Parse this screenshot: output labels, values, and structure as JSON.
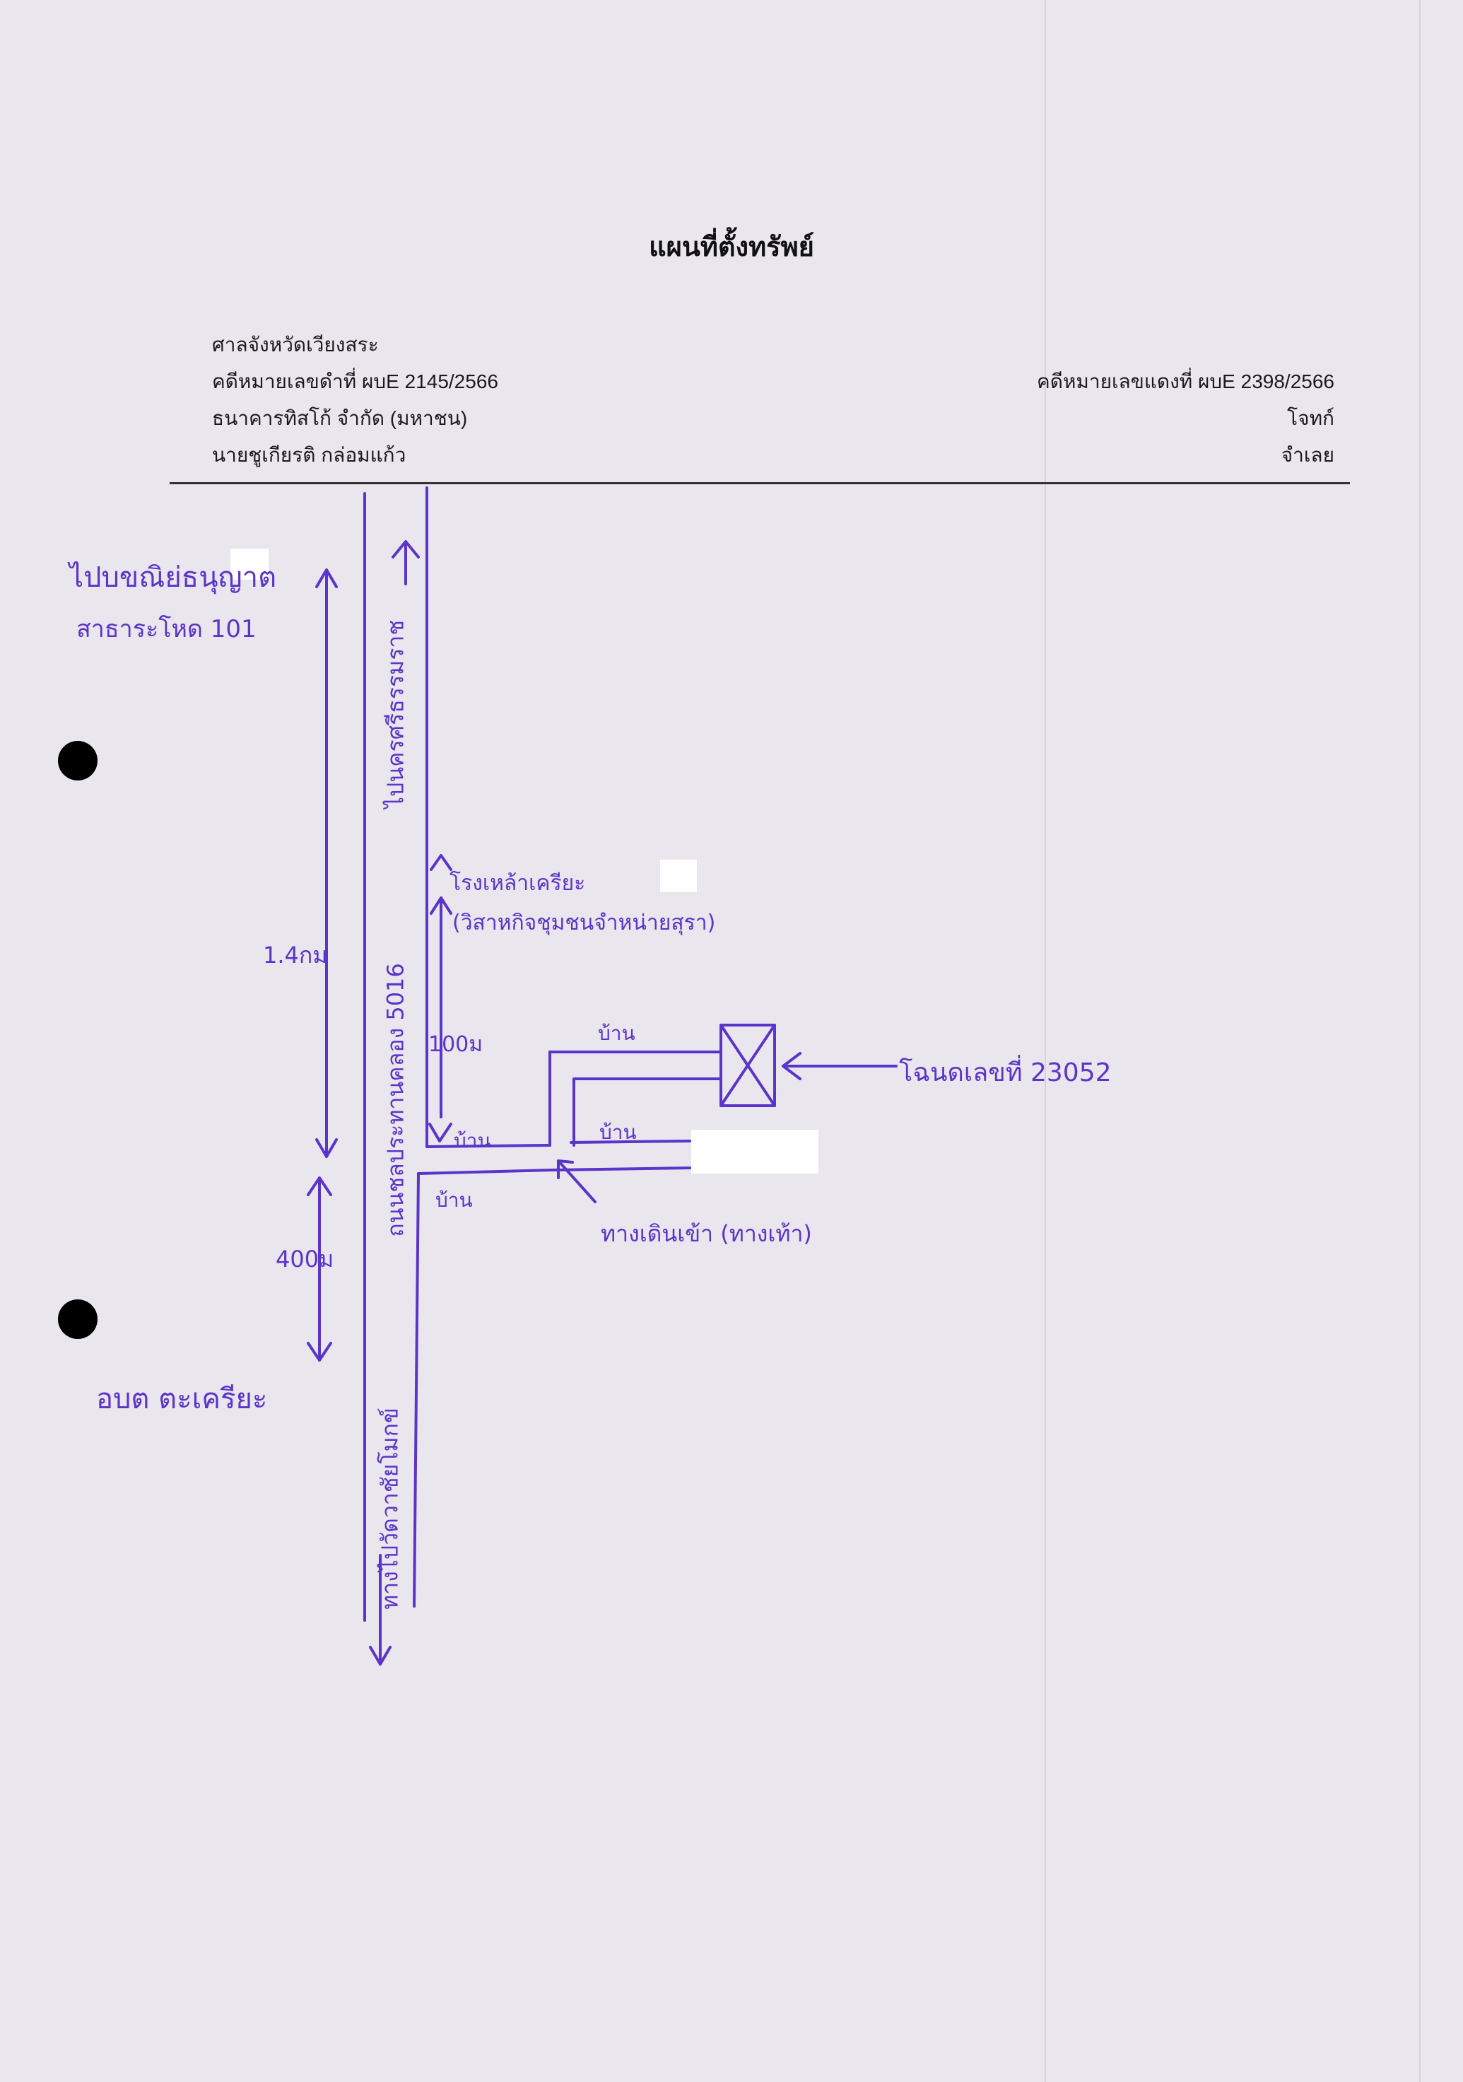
{
  "title": "แผนที่ตั้งทรัพย์",
  "header": {
    "court": "ศาลจังหวัดเวียงสระ",
    "black_case": "คดีหมายเลขดำที่ ผบE 2145/2566",
    "red_case": "คดีหมายเลขแดงที่ ผบE 2398/2566",
    "plaintiff_name": "ธนาคารทิสโก้ จำกัด (มหาชน)",
    "plaintiff_label": "โจทก์",
    "defendant_name": "นายชูเกียรติ กล่อมแก้ว",
    "defendant_label": "จำเลย"
  },
  "map": {
    "to_north_line1": "ไปบขณิย่ธนุญาต",
    "to_north_line2": "สาธาระโหด 101",
    "to_temple_north": "ไปนครศรีธรรมราช",
    "distance_long": "1.4กม",
    "distance_short": "400ม",
    "distance_branch": "100ม",
    "district_office": "อบต ตะเครียะ",
    "road_name": "ถนนชลประทานคลอง 5016",
    "to_south": "ทางไปวัดวาชัยโมกข์",
    "factory": "โรงเหล้าเครียะ",
    "factory_sub": "(วิสาหกิจชุมชนจำหน่ายสุรา)",
    "house_1": "บ้าน",
    "house_2": "บ้าน",
    "house_3": "บ้าน",
    "house_4": "บ้าน",
    "walkway": "ทางเดินเข้า (ทางเท้า)",
    "deed": "โฉนดเลขที่ 23052"
  },
  "colors": {
    "ink": "#5b34c9",
    "paper": "#e9e6ee"
  }
}
